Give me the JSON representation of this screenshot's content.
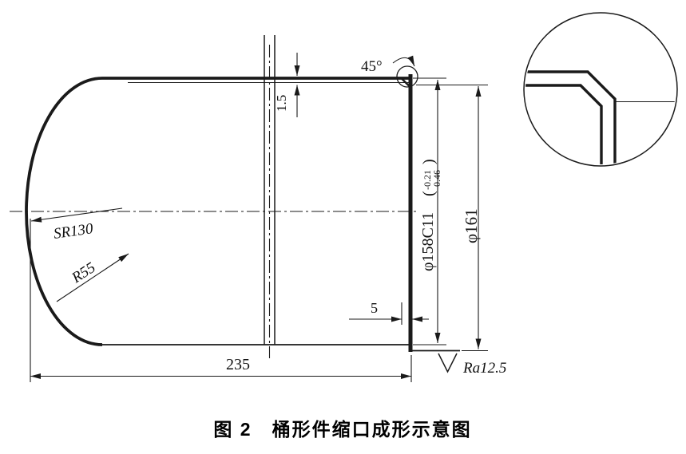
{
  "drawing": {
    "caption": "图 2　桶形件缩口成形示意图",
    "angle_45": "45°",
    "wall_1_5": "1.5",
    "dia158": "φ158C11",
    "tol_open": "(",
    "tol_upper": "-0.21",
    "tol_lower": "-0.46",
    "tol_close": ")",
    "dia161": "φ161",
    "sr130": "SR130",
    "r55": "R55",
    "gap_5": "5",
    "length_235": "235",
    "roughness": "Ra12.5"
  },
  "colors": {
    "ink": "#1a1a1a",
    "background": "#ffffff"
  }
}
